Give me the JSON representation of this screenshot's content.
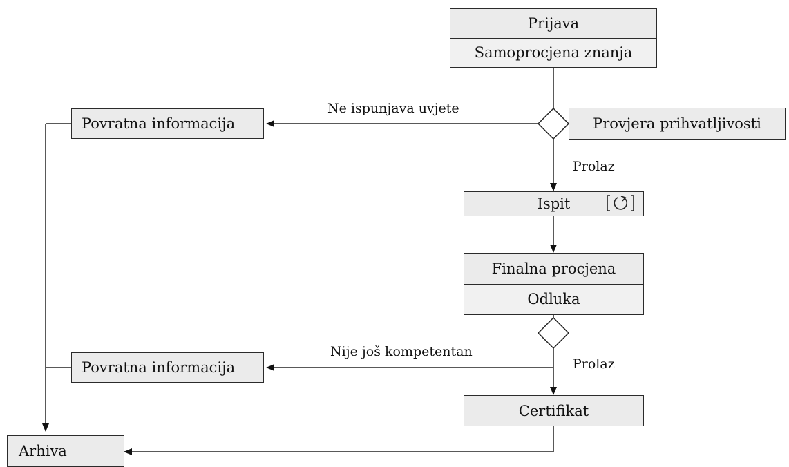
{
  "nodes": {
    "prijava": {
      "title": "Prijava",
      "sub": "Samoprocjena znanja"
    },
    "provjera": "Provjera prihvatljivosti",
    "povratna1": "Povratna informacija",
    "ispit": "Ispit",
    "ispit_icon": "retry-icon",
    "finalna": {
      "title": "Finalna procjena",
      "sub": "Odluka"
    },
    "povratna2": "Povratna informacija",
    "certifikat": "Certifikat",
    "arhiva": "Arhiva"
  },
  "edges": {
    "fail1": "Ne ispunjava uvjete",
    "pass1": "Prolaz",
    "fail2": "Nije još kompetentan",
    "pass2": "Prolaz"
  }
}
